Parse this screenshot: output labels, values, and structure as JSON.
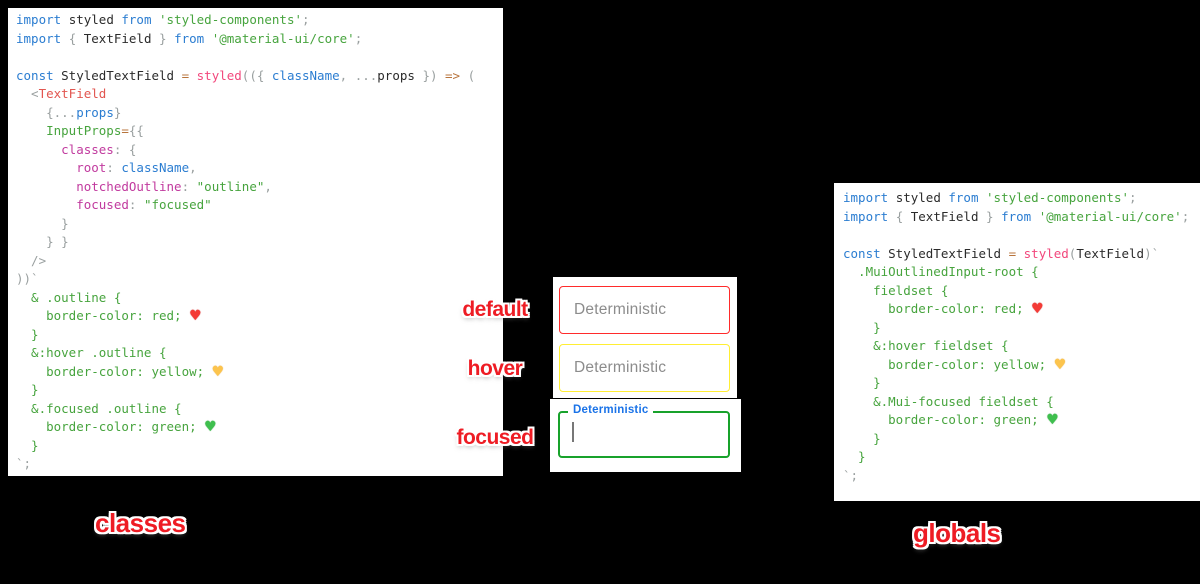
{
  "page": {
    "background": "#000000"
  },
  "annotations": {
    "color": "#ee1c24",
    "default_label": "default",
    "hover_label": "hover",
    "focused_label": "focused",
    "classes_label": "classes",
    "globals_label": "globals"
  },
  "textfields": {
    "placeholder": "Deterministic",
    "focused_label": "Deterministic",
    "focused_label_color": "#1a73e8",
    "default_border": "#ff2b2b",
    "hover_border": "#ffee33",
    "focused_border": "#18a22b",
    "cursor_color": "#777777"
  },
  "code_left": {
    "lines": [
      [
        [
          "k",
          "import "
        ],
        [
          "i",
          "styled "
        ],
        [
          "k",
          "from "
        ],
        [
          "s",
          "'styled-components'"
        ],
        [
          "d",
          ";"
        ]
      ],
      [
        [
          "k",
          "import "
        ],
        [
          "d",
          "{ "
        ],
        [
          "i",
          "TextField "
        ],
        [
          "d",
          "} "
        ],
        [
          "k",
          "from "
        ],
        [
          "s",
          "'@material-ui/core'"
        ],
        [
          "d",
          ";"
        ]
      ],
      [],
      [
        [
          "k",
          "const "
        ],
        [
          "i",
          "StyledTextField "
        ],
        [
          "o",
          "= "
        ],
        [
          "f",
          "styled"
        ],
        [
          "d",
          "(({ "
        ],
        [
          "b",
          "className"
        ],
        [
          "d",
          ", ..."
        ],
        [
          "i",
          "props"
        ],
        [
          "d",
          " }) "
        ],
        [
          "o",
          "=>"
        ],
        [
          "d",
          " ("
        ]
      ],
      [
        [
          "d",
          "  <"
        ],
        [
          "c",
          "TextField"
        ]
      ],
      [
        [
          "d",
          "    {..."
        ],
        [
          "b",
          "props"
        ],
        [
          "d",
          "}"
        ]
      ],
      [
        [
          "g",
          "    InputProps"
        ],
        [
          "o",
          "="
        ],
        [
          "d",
          "{{"
        ]
      ],
      [
        [
          "p",
          "      classes"
        ],
        [
          "d",
          ": {"
        ]
      ],
      [
        [
          "p",
          "        root"
        ],
        [
          "d",
          ": "
        ],
        [
          "b",
          "className"
        ],
        [
          "d",
          ","
        ]
      ],
      [
        [
          "p",
          "        notchedOutline"
        ],
        [
          "d",
          ": "
        ],
        [
          "s",
          "\"outline\""
        ],
        [
          "d",
          ","
        ]
      ],
      [
        [
          "p",
          "        focused"
        ],
        [
          "d",
          ": "
        ],
        [
          "s",
          "\"focused\""
        ]
      ],
      [
        [
          "d",
          "      }"
        ]
      ],
      [
        [
          "d",
          "    } }"
        ]
      ],
      [
        [
          "d",
          "  />"
        ]
      ],
      [
        [
          "d",
          "))`"
        ]
      ],
      [
        [
          "g",
          "  & .outline {"
        ]
      ],
      [
        [
          "g",
          "    border-color: red; "
        ],
        [
          "hr",
          "♥"
        ]
      ],
      [
        [
          "g",
          "  }"
        ]
      ],
      [
        [
          "g",
          "  &:hover .outline {"
        ]
      ],
      [
        [
          "g",
          "    border-color: yellow; "
        ],
        [
          "hy",
          "♥"
        ]
      ],
      [
        [
          "g",
          "  }"
        ]
      ],
      [
        [
          "g",
          "  &.focused .outline {"
        ]
      ],
      [
        [
          "g",
          "    border-color: green; "
        ],
        [
          "hg",
          "♥"
        ]
      ],
      [
        [
          "g",
          "  }"
        ]
      ],
      [
        [
          "d",
          "`;"
        ]
      ]
    ]
  },
  "code_right": {
    "lines": [
      [
        [
          "k",
          "import "
        ],
        [
          "i",
          "styled "
        ],
        [
          "k",
          "from "
        ],
        [
          "s",
          "'styled-components'"
        ],
        [
          "d",
          ";"
        ]
      ],
      [
        [
          "k",
          "import "
        ],
        [
          "d",
          "{ "
        ],
        [
          "i",
          "TextField "
        ],
        [
          "d",
          "} "
        ],
        [
          "k",
          "from "
        ],
        [
          "s",
          "'@material-ui/core'"
        ],
        [
          "d",
          ";"
        ]
      ],
      [],
      [
        [
          "k",
          "const "
        ],
        [
          "i",
          "StyledTextField "
        ],
        [
          "o",
          "= "
        ],
        [
          "f",
          "styled"
        ],
        [
          "d",
          "("
        ],
        [
          "i",
          "TextField"
        ],
        [
          "d",
          ")`"
        ]
      ],
      [
        [
          "g",
          "  .MuiOutlinedInput-root {"
        ]
      ],
      [
        [
          "g",
          "    fieldset {"
        ]
      ],
      [
        [
          "g",
          "      border-color: red; "
        ],
        [
          "hr",
          "♥"
        ]
      ],
      [
        [
          "g",
          "    }"
        ]
      ],
      [
        [
          "g",
          "    &:hover fieldset {"
        ]
      ],
      [
        [
          "g",
          "      border-color: yellow; "
        ],
        [
          "hy",
          "♥"
        ]
      ],
      [
        [
          "g",
          "    }"
        ]
      ],
      [
        [
          "g",
          "    &.Mui-focused fieldset {"
        ]
      ],
      [
        [
          "g",
          "      border-color: green; "
        ],
        [
          "hg",
          "♥"
        ]
      ],
      [
        [
          "g",
          "    }"
        ]
      ],
      [
        [
          "g",
          "  }"
        ]
      ],
      [
        [
          "d",
          "`;"
        ]
      ]
    ]
  }
}
